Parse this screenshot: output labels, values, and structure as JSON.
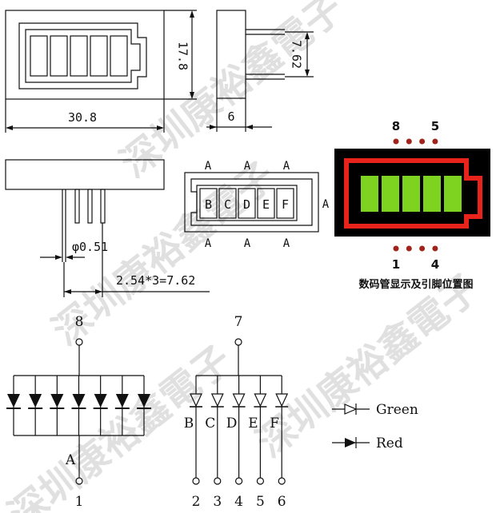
{
  "dimensions": {
    "width": "30.8",
    "height": "17.8",
    "pin_span": "7.62",
    "depth": "6",
    "pin_diameter": "φ0.51",
    "pin_pitch": "2.54*3=7.62"
  },
  "segments": [
    "B",
    "C",
    "D",
    "E",
    "F"
  ],
  "segment_pin_label": "A",
  "display_preview": {
    "top_pins": [
      "8",
      "5"
    ],
    "bottom_pins": [
      "1",
      "4"
    ],
    "caption": "数码管显示及引脚位置图",
    "colors": {
      "background": "#000000",
      "frame": "#e8231c",
      "bar": "#7ed321",
      "pin_dot": "#a0231c"
    }
  },
  "circuit": {
    "red_group": {
      "common_pin": "8",
      "anode_label": "A",
      "bottom_pin": "1",
      "diode_count": 7
    },
    "green_group": {
      "common_pin": "7",
      "labels": [
        "B",
        "C",
        "D",
        "E",
        "F"
      ],
      "pins": [
        "2",
        "3",
        "4",
        "5",
        "6"
      ]
    }
  },
  "legend": {
    "green": "Green",
    "red": "Red"
  },
  "watermark": "深圳康裕鑫電子"
}
